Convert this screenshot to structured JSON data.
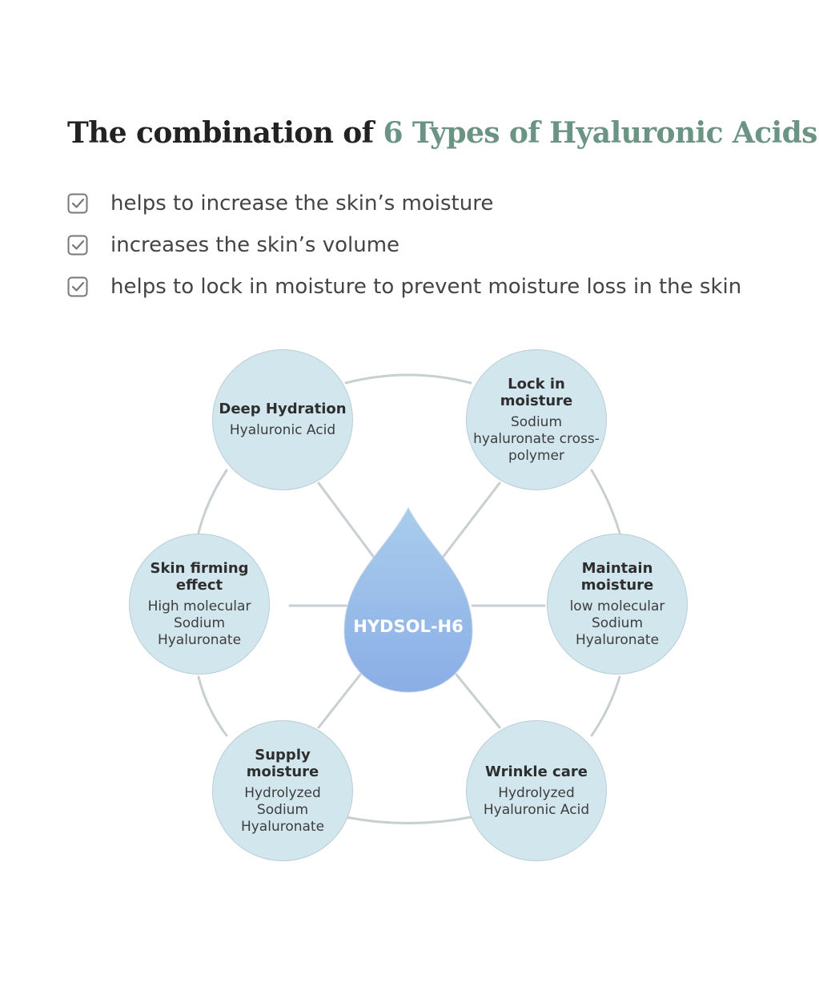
{
  "header": {
    "title_prefix": "The combination of",
    "title_highlight": "6 Types of Hyaluronic Acids",
    "accent_color": "#6b9484"
  },
  "benefits": [
    {
      "icon": "checkbox-checked-icon",
      "text": "helps to increase the skin’s moisture"
    },
    {
      "icon": "checkbox-checked-icon",
      "text": "increases the skin’s volume"
    },
    {
      "icon": "checkbox-checked-icon",
      "text": "helps to lock in moisture to prevent moisture loss in the skin"
    }
  ],
  "diagram": {
    "center": {
      "label": "HYDSOL-H6",
      "icon": "water-drop-icon",
      "color_top": "#a9cdec",
      "color_bottom": "#8aaee6"
    },
    "node_color": "#d2e6ee",
    "nodes": [
      {
        "title": "Deep Hydration",
        "subtitle": "Hyaluronic Acid"
      },
      {
        "title": "Lock in moisture",
        "subtitle": "Sodium hyaluronate cross-polymer"
      },
      {
        "title": "Maintain moisture",
        "subtitle": "low molecular Sodium Hyaluronate"
      },
      {
        "title": "Wrinkle care",
        "subtitle": "Hydrolyzed Hyaluronic Acid"
      },
      {
        "title": "Supply moisture",
        "subtitle": "Hydrolyzed Sodium Hyaluronate"
      },
      {
        "title": "Skin firming effect",
        "subtitle": "High molecular Sodium Hyaluronate"
      }
    ]
  }
}
